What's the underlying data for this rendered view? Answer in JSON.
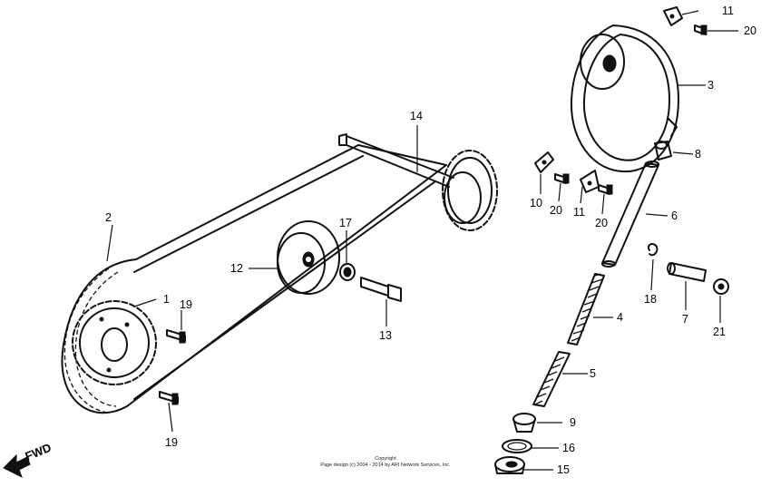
{
  "diagram": {
    "callouts": {
      "c1": "1",
      "c2": "2",
      "c3": "3",
      "c4": "4",
      "c5": "5",
      "c6": "6",
      "c7": "7",
      "c8": "8",
      "c9": "9",
      "c10": "10",
      "c11a": "11",
      "c11b": "11",
      "c12": "12",
      "c13": "13",
      "c14": "14",
      "c15": "15",
      "c16": "16",
      "c17": "17",
      "c18": "18",
      "c19a": "19",
      "c19b": "19",
      "c20a": "20",
      "c20b": "20",
      "c20c": "20",
      "c21": "21"
    },
    "fwd_label": "FWD",
    "copyright_line1": "Copyright",
    "copyright_line2": "Page design (c) 2004 - 2014 by ARI Network Services, Inc."
  }
}
